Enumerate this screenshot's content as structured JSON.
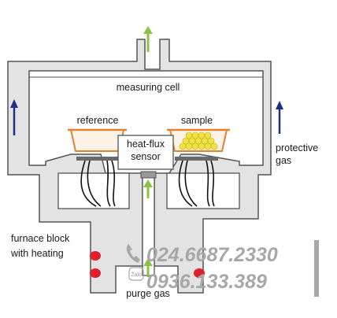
{
  "labels": {
    "measuring_cell": "measuring cell",
    "reference": "reference",
    "sample": "sample",
    "heat_flux_1": "heat-flux",
    "heat_flux_2": "sensor",
    "protective_1": "protective",
    "protective_2": "gas",
    "furnace_1": "furnace block",
    "furnace_2": "with heating",
    "purge_gas": "purge gas"
  },
  "watermark": {
    "phone_1": "024.6687.2330",
    "phone_2": "0936.133.389",
    "zalo": "Zalo"
  },
  "colors": {
    "body_fill": "#e3e3e3",
    "outline": "#555555",
    "arrow_green": "#8bc34a",
    "arrow_blue": "#1f2f86",
    "crucible": "#e0822e",
    "sample_grains": "#f2e23c",
    "heater_red": "#e0202a",
    "sensor_plate": "#6a6a6a",
    "watermark_gray": "#a7a7a7"
  },
  "icons": {
    "phone": "phone-icon",
    "zalo": "zalo-icon"
  }
}
